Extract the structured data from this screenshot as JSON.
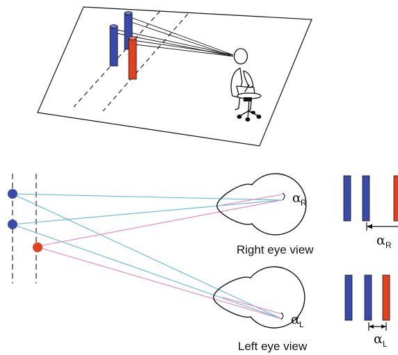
{
  "labels": {
    "right_eye_view": "Right eye view",
    "left_eye_view": "Left eye view",
    "alpha": "α",
    "sub_right": "R",
    "sub_left": "L"
  },
  "colors": {
    "blue": "#3a4aa8",
    "red": "#e2401e",
    "blue_ray": "#5fb4e0",
    "red_ray": "#ee7fb2",
    "ink": "#111111"
  }
}
